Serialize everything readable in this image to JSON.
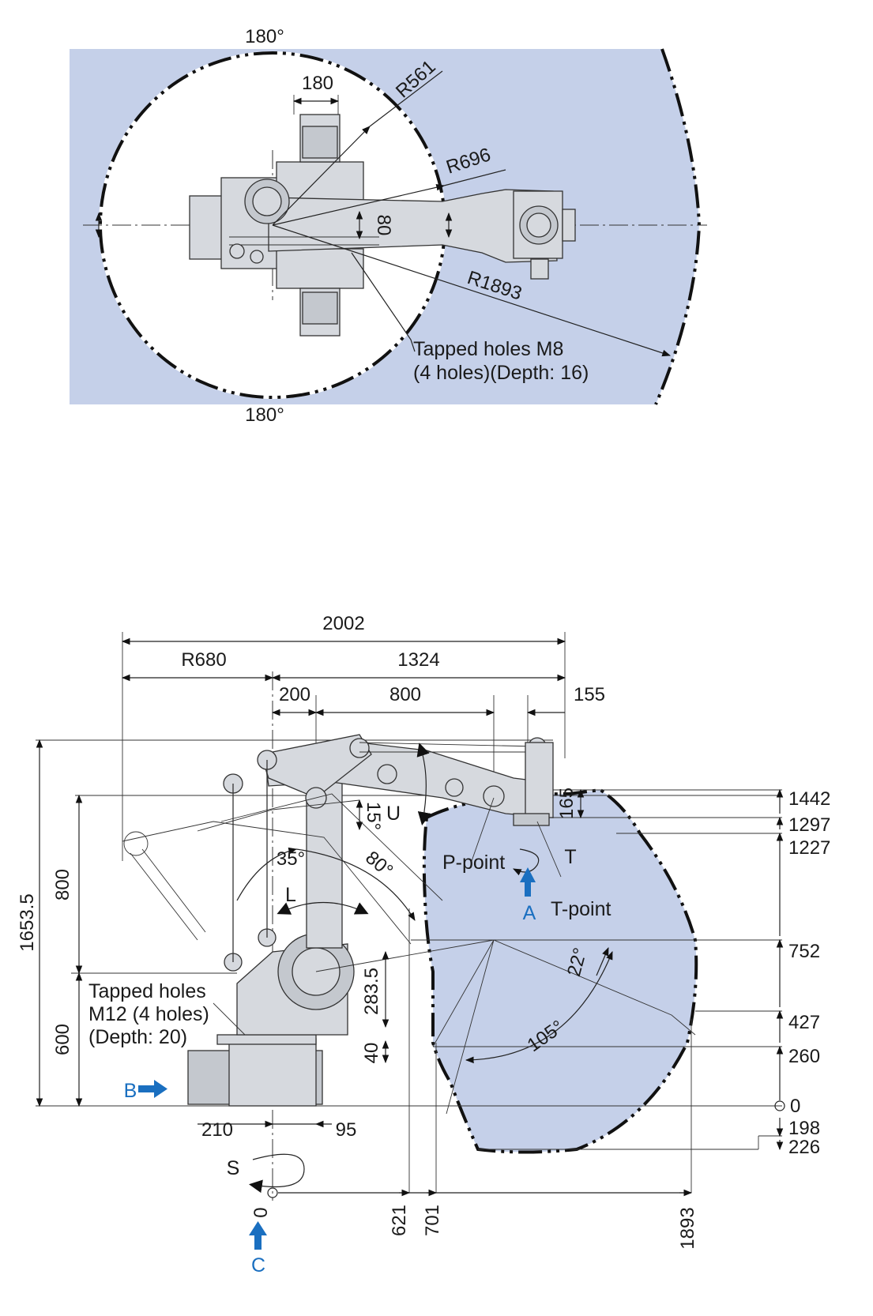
{
  "colors": {
    "envelope": "#c5d0e9",
    "part": "#d6d9de",
    "arrow_blue": "#1a6fc0",
    "line": "#222222"
  },
  "top_view": {
    "angle_top": "180°",
    "angle_bottom": "180°",
    "dim_180": "180",
    "r561": "R561",
    "r696": "R696",
    "r1893": "R1893",
    "dim_80": "80",
    "note_line1": "Tapped holes M8",
    "note_line2": "(4 holes)(Depth: 16)"
  },
  "side_view": {
    "top_dims": {
      "d2002": "2002",
      "r680": "R680",
      "d1324": "1324",
      "d200": "200",
      "d800": "800",
      "d155": "155"
    },
    "left_dims": {
      "d1653": "1653.5",
      "d800": "800",
      "d600": "600"
    },
    "right_levels": [
      "1442",
      "1297",
      "1227",
      "752",
      "427",
      "260",
      "0",
      "198",
      "226"
    ],
    "bottom_dims": {
      "d0": "0",
      "d621": "621",
      "d701": "701",
      "d1893": "1893",
      "d210": "210",
      "d95": "95"
    },
    "small_dims": {
      "d165": "165",
      "d283": "283.5",
      "d40": "40"
    },
    "angles": {
      "a15": "15°",
      "a35": "35°",
      "a80": "80°",
      "a22": "22°",
      "a105": "105°"
    },
    "axes": {
      "u": "U",
      "l": "L",
      "t": "T",
      "s": "S"
    },
    "points": {
      "p": "P-point",
      "t": "T-point"
    },
    "view_arrows": {
      "a": "A",
      "b": "B",
      "c": "C"
    },
    "note_line1": "Tapped holes",
    "note_line2": "M12 (4 holes)",
    "note_line3": "(Depth: 20)"
  }
}
